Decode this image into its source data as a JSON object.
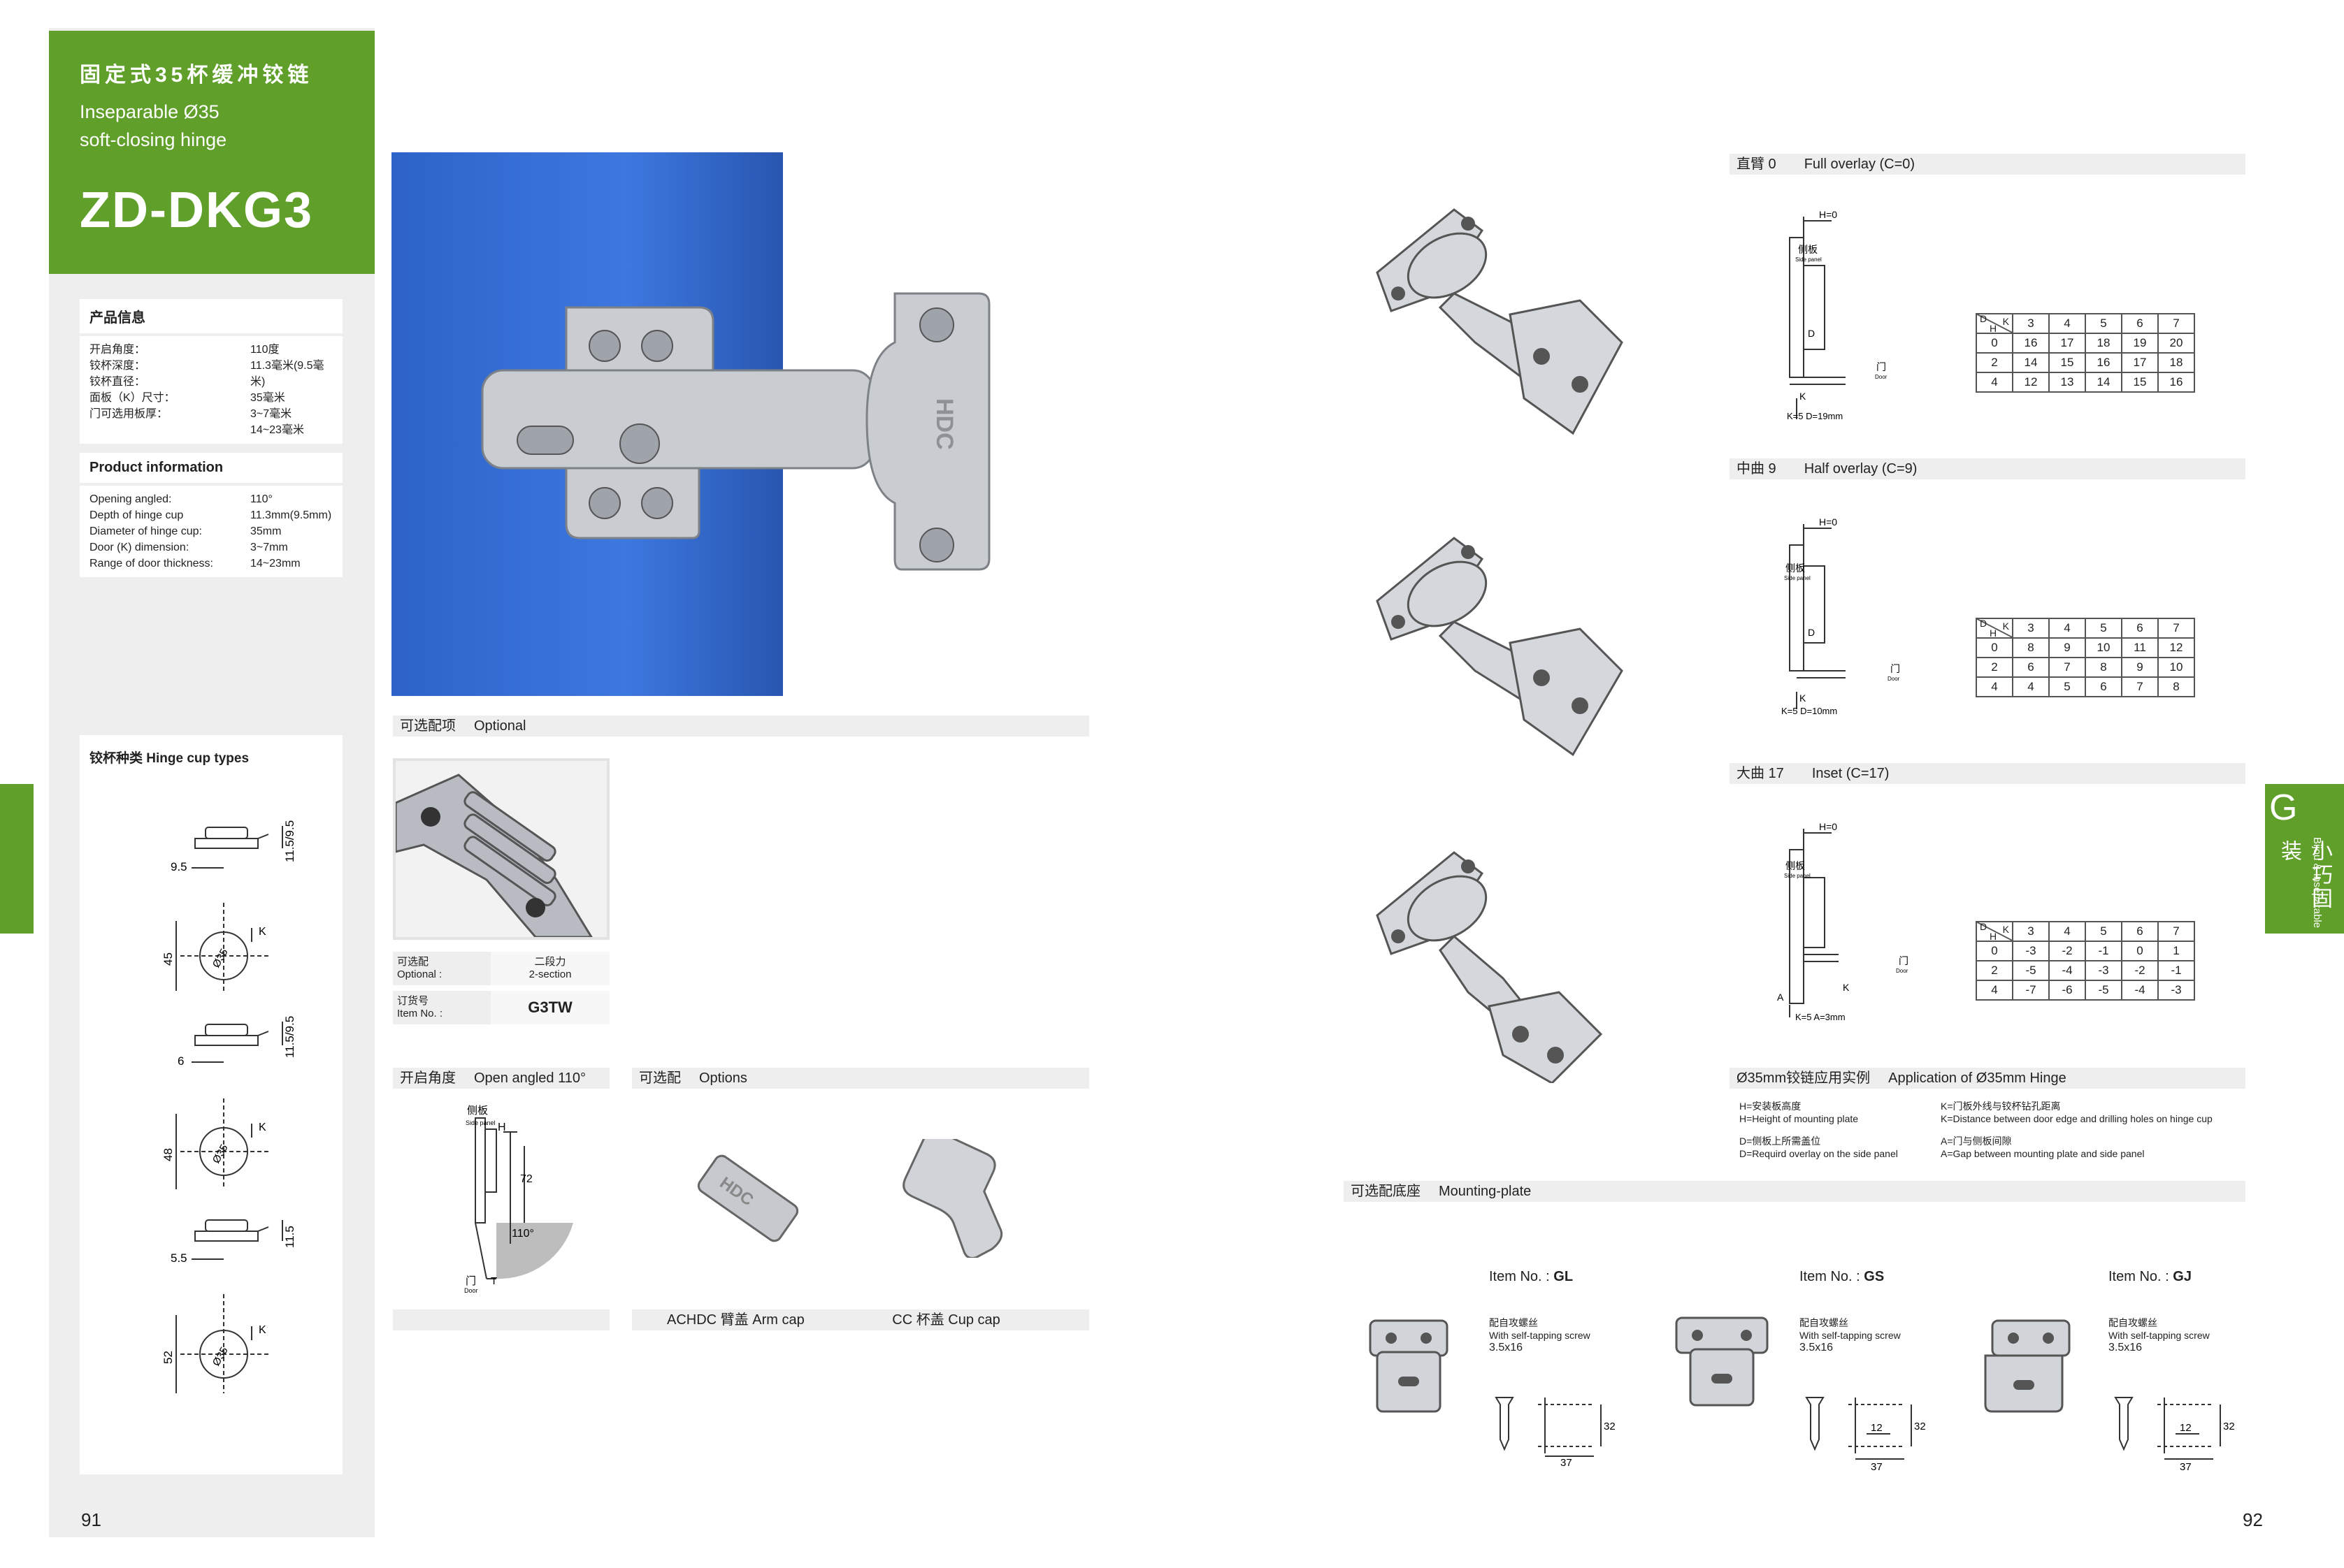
{
  "left_page": {
    "title_cn": "固定式35杯缓冲铰链",
    "title_en_1": "Inseparable Ø35",
    "title_en_2": "soft-closing hinge",
    "model": "ZD-DKG3",
    "cn_info": {
      "heading": "产品信息",
      "rows": [
        {
          "k": "开启角度：",
          "v": "110度"
        },
        {
          "k": "铰杯深度：",
          "v": "11.3毫米(9.5毫米)"
        },
        {
          "k": "铰杯直径：",
          "v": "35毫米"
        },
        {
          "k": "面板（K）尺寸：",
          "v": "3~7毫米"
        },
        {
          "k": "门可选用板厚：",
          "v": "14~23毫米"
        }
      ]
    },
    "en_info": {
      "heading": "Product information",
      "rows": [
        {
          "k": "Opening angled:",
          "v": "110°"
        },
        {
          "k": "Depth of hinge cup",
          "v": "11.3mm(9.5mm)"
        },
        {
          "k": "Diameter of hinge cup:",
          "v": "35mm"
        },
        {
          "k": "Door (K) dimension:",
          "v": "3~7mm"
        },
        {
          "k": "Range of door thickness:",
          "v": "14~23mm"
        }
      ]
    },
    "cup_types": {
      "heading": "铰杯种类  Hinge cup types",
      "diagrams": [
        {
          "offset": "9.5",
          "depth": "11.5/9.5",
          "height": "45",
          "dia": "Ø35",
          "k": "K"
        },
        {
          "offset": "6",
          "depth": "11.5/9.5",
          "height": "48",
          "dia": "Ø35",
          "k": "K"
        },
        {
          "offset": "5.5",
          "depth": "11.5",
          "height": "52",
          "dia": "Ø35",
          "k": "K"
        }
      ]
    },
    "page_number": "91"
  },
  "middle": {
    "photo_brand": "HDC",
    "optional_bar": {
      "cn": "可选配项",
      "en": "Optional"
    },
    "optional_table": [
      {
        "k": "可选配\nOptional :",
        "v": "二段力\n2-section"
      },
      {
        "k": "订货号\nItem No. :",
        "v": "G3TW"
      }
    ],
    "open_angle_bar": {
      "cn": "开启角度",
      "en": "Open angled  110°"
    },
    "open_angle_labels": {
      "side": "侧板",
      "side_en": "Side panel",
      "h": "H",
      "dim": "72",
      "angle": "110°",
      "door": "门",
      "door_en": "Door",
      "t": "T"
    },
    "options_bar": {
      "cn": "可选配",
      "en": "Options"
    },
    "arm_cap": "ACHDC 臂盖   Arm cap",
    "cup_cap": "CC 杯盖   Cup cap"
  },
  "right_page": {
    "sections": [
      {
        "cn": "直臂 0",
        "en": "Full overlay (C=0)",
        "h_label": "H=0",
        "side_cn": "侧板",
        "side_en": "Side panel",
        "d": "D",
        "door_cn": "门",
        "door_en": "Door",
        "k": "K",
        "caption": "K=5  D=19mm",
        "table": {
          "k_vals": [
            "3",
            "4",
            "5",
            "6",
            "7"
          ],
          "rows": [
            {
              "h": "0",
              "vals": [
                "16",
                "17",
                "18",
                "19",
                "20"
              ]
            },
            {
              "h": "2",
              "vals": [
                "14",
                "15",
                "16",
                "17",
                "18"
              ]
            },
            {
              "h": "4",
              "vals": [
                "12",
                "13",
                "14",
                "15",
                "16"
              ]
            }
          ]
        }
      },
      {
        "cn": "中曲 9",
        "en": "Half overlay (C=9)",
        "h_label": "H=0",
        "side_cn": "侧板",
        "side_en": "Side panel",
        "d": "D",
        "door_cn": "门",
        "door_en": "Door",
        "k": "K",
        "caption": "K=5  D=10mm",
        "table": {
          "k_vals": [
            "3",
            "4",
            "5",
            "6",
            "7"
          ],
          "rows": [
            {
              "h": "0",
              "vals": [
                "8",
                "9",
                "10",
                "11",
                "12"
              ]
            },
            {
              "h": "2",
              "vals": [
                "6",
                "7",
                "8",
                "9",
                "10"
              ]
            },
            {
              "h": "4",
              "vals": [
                "4",
                "5",
                "6",
                "7",
                "8"
              ]
            }
          ]
        }
      },
      {
        "cn": "大曲 17",
        "en": "Inset (C=17)",
        "h_label": "H=0",
        "side_cn": "侧板",
        "side_en": "Side panel",
        "d": "A",
        "door_cn": "门",
        "door_en": "Door",
        "k": "K",
        "caption": "K=5  A=3mm",
        "table": {
          "k_vals": [
            "3",
            "4",
            "5",
            "6",
            "7"
          ],
          "rows": [
            {
              "h": "0",
              "vals": [
                "-3",
                "-2",
                "-1",
                "0",
                "1"
              ]
            },
            {
              "h": "2",
              "vals": [
                "-5",
                "-4",
                "-3",
                "-2",
                "-1"
              ]
            },
            {
              "h": "4",
              "vals": [
                "-7",
                "-6",
                "-5",
                "-4",
                "-3"
              ]
            }
          ]
        }
      }
    ],
    "table_corner": {
      "d": "D",
      "k": "K",
      "h": "H"
    },
    "application": {
      "cn": "Ø35mm铰链应用实例",
      "en": "Application of Ø35mm Hinge",
      "notes": [
        "H=安装板高度",
        "H=Height of mounting plate",
        "D=侧板上所需盖位",
        "D=Requird overlay on the side panel",
        "K=门板外线与铰杯钻孔距离",
        "K=Distance between door edge and drilling holes on hinge cup",
        "A=门与侧板间隙",
        "A=Gap between mounting plate and side panel"
      ]
    },
    "mounting": {
      "cn": "可选配底座",
      "en": "Mounting-plate",
      "items": [
        {
          "item_label": "Item No. :",
          "code": "GL",
          "screw_cn": "配自攻螺丝",
          "screw_en": "With self-tapping screw",
          "size": "3.5x16",
          "w": "37",
          "h": "32",
          "inner": ""
        },
        {
          "item_label": "Item No. :",
          "code": "GS",
          "screw_cn": "配自攻螺丝",
          "screw_en": "With self-tapping screw",
          "size": "3.5x16",
          "w": "37",
          "h": "32",
          "inner": "12"
        },
        {
          "item_label": "Item No. :",
          "code": "GJ",
          "screw_cn": "配自攻螺丝",
          "screw_en": "With self-tapping screw",
          "size": "3.5x16",
          "w": "37",
          "h": "32",
          "inner": "12"
        }
      ]
    },
    "side_tab": {
      "letter": "G",
      "cn": "小巧固装",
      "en": "Bijou & Inseparable"
    },
    "page_number": "92"
  }
}
